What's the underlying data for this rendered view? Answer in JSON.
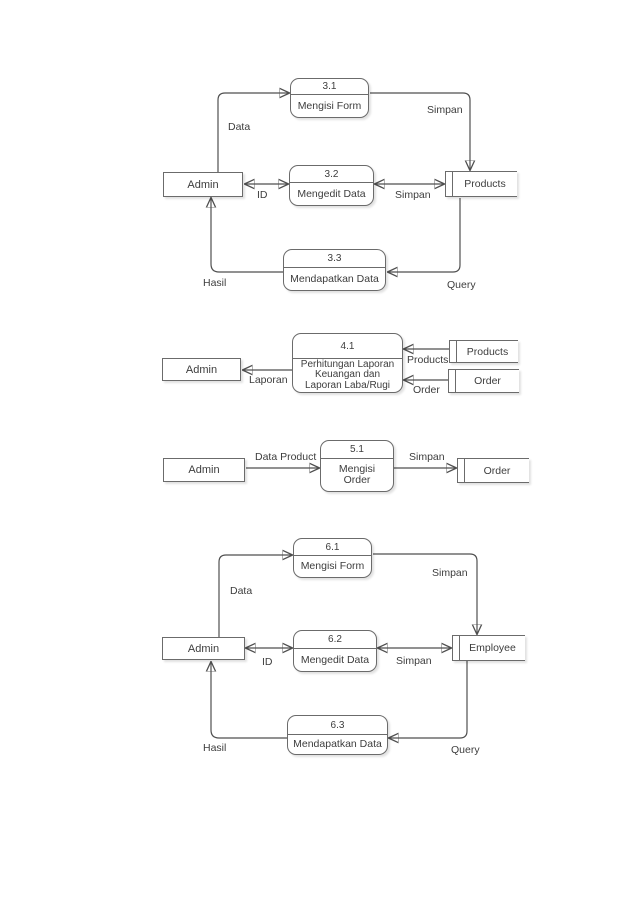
{
  "colors": {
    "background": "#ffffff",
    "line": "#4f4f4f",
    "border": "#6b6b6b",
    "text": "#3d3d3d"
  },
  "s3": {
    "entity": "Admin",
    "p1": {
      "num": "3.1",
      "label": "Mengisi Form"
    },
    "p2": {
      "num": "3.2",
      "label": "Mengedit Data"
    },
    "p3": {
      "num": "3.3",
      "label": "Mendapatkan Data"
    },
    "store": "Products",
    "flows": {
      "data": "Data",
      "simpan_top": "Simpan",
      "id": "ID",
      "simpan_mid": "Simpan",
      "query": "Query",
      "hasil": "Hasil"
    }
  },
  "s4": {
    "entity": "Admin",
    "p1": {
      "num": "4.1",
      "label1": "Perhitungan Laporan",
      "label2": "Keuangan dan",
      "label3": "Laporan Laba/Rugi"
    },
    "store1": "Products",
    "store2": "Order",
    "flows": {
      "products": "Products",
      "order": "Order",
      "laporan": "Laporan"
    }
  },
  "s5": {
    "entity": "Admin",
    "p1": {
      "num": "5.1",
      "label1": "Mengisi",
      "label2": "Order"
    },
    "store": "Order",
    "flows": {
      "data_product": "Data Product",
      "simpan": "Simpan"
    }
  },
  "s6": {
    "entity": "Admin",
    "p1": {
      "num": "6.1",
      "label": "Mengisi Form"
    },
    "p2": {
      "num": "6.2",
      "label": "Mengedit Data"
    },
    "p3": {
      "num": "6.3",
      "label": "Mendapatkan Data"
    },
    "store": "Employee",
    "flows": {
      "data": "Data",
      "simpan_top": "Simpan",
      "id": "ID",
      "simpan_mid": "Simpan",
      "query": "Query",
      "hasil": "Hasil"
    }
  }
}
